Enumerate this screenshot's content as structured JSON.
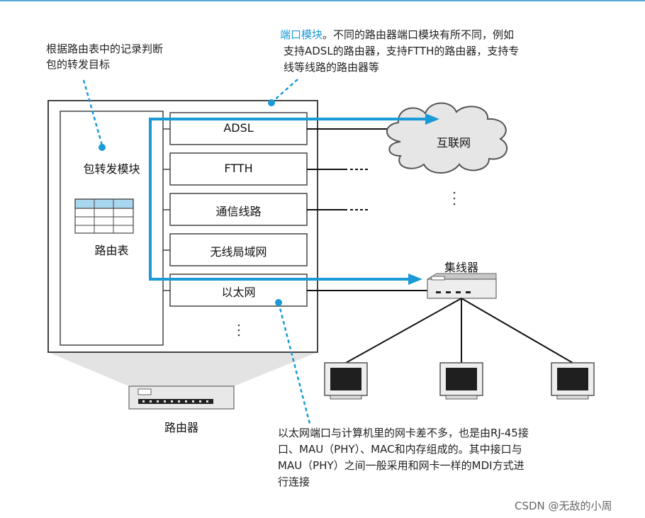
{
  "texts": {
    "forwarding_note_line1": "根据路由表中的记录判断",
    "forwarding_note_line2": "包的转发目标",
    "port_module_title": "端口模块",
    "port_module_desc_line1": "。不同的路由器端口模块有所不同，例如",
    "port_module_desc_line2": "支持ADSL的路由器，支持FTTH的路由器，支持专",
    "port_module_desc_line3": "线等线路的路由器等",
    "packet_forwarding_module": "包转发模块",
    "routing_table": "路由表",
    "router": "路由器",
    "internet": "互联网",
    "hub": "集线器",
    "ethernet_note_line1": "以太网端口与计算机里的网卡差不多，也是由RJ-45接",
    "ethernet_note_line2": "口、MAU（PHY）、MAC和内存组成的。其中接口与",
    "ethernet_note_line3": "MAU（PHY）之间一般采用和网卡一样的MDI方式进",
    "ethernet_note_line4": "行连接",
    "watermark": "CSDN @无敌的小周"
  },
  "ports": [
    "ADSL",
    "FTTH",
    "通信线路",
    "无线局域网",
    "以太网"
  ],
  "colors": {
    "accent": "#1a9ad6",
    "frame": "#444444",
    "border_top": "#5aa8d8"
  }
}
